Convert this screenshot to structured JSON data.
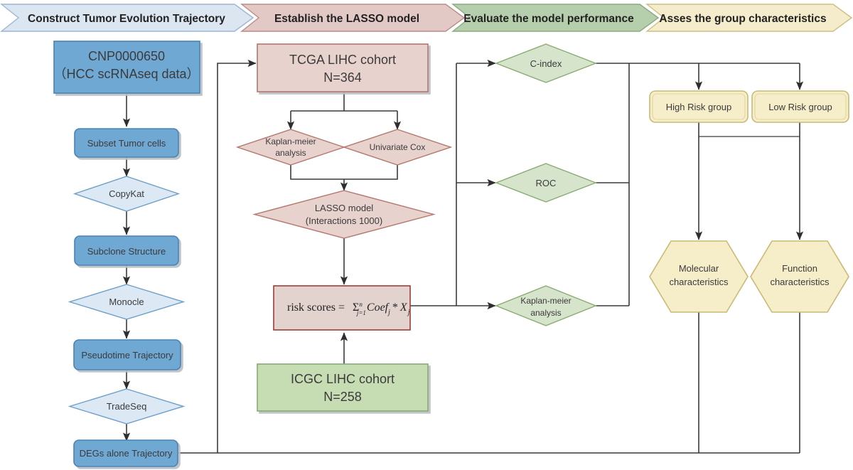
{
  "banners": [
    {
      "label": "Construct Tumor Evolution Trajectory",
      "fill": "#dce6f1",
      "stroke": "#9cb6d4"
    },
    {
      "label": "Establish the LASSO model",
      "fill": "#e3c9c5",
      "stroke": "#bb8c85"
    },
    {
      "label": "Evaluate the model performance",
      "fill": "#b5ceab",
      "stroke": "#8daa80"
    },
    {
      "label": "Asses the group characteristics",
      "fill": "#f4ecca",
      "stroke": "#ccc083"
    }
  ],
  "colors": {
    "blue_fill": "#6fa8d4",
    "blue_stroke": "#4a83b4",
    "lightblue_fill": "#dce9f5",
    "lightblue_stroke": "#6d9fc9",
    "pink_fill": "#e8d2cd",
    "pink_stroke": "#b4776e",
    "risk_fill": "#e3d3cf",
    "risk_stroke": "#a03c36",
    "green_fill": "#c6dcb2",
    "green_stroke": "#8aab70",
    "greendia_fill": "#d7e4cc",
    "greendia_stroke": "#8aab70",
    "yellow_fill": "#f6edc9",
    "yellow_stroke": "#c9bb74",
    "connector": "#3a3a3a"
  },
  "column1": {
    "title": "Construct Tumor Evolution Trajectory",
    "nodes": [
      {
        "name": "dataset-source",
        "shape": "rect-solid",
        "line1": "CNP0000650",
        "line2": "（HCC scRNAseq data）"
      },
      {
        "name": "subset-tumor-cells",
        "shape": "rounded",
        "label": "Subset Tumor cells"
      },
      {
        "name": "copykat",
        "shape": "diamond",
        "label": "CopyKat"
      },
      {
        "name": "subclone-structure",
        "shape": "rounded",
        "label": "Subclone Structure"
      },
      {
        "name": "monocle",
        "shape": "diamond",
        "label": "Monocle"
      },
      {
        "name": "pseudotime-trajectory",
        "shape": "rounded",
        "label": "Pseudotime Trajectory"
      },
      {
        "name": "tradeseq",
        "shape": "diamond",
        "label": "TradeSeq"
      },
      {
        "name": "degs-alone-trajectory",
        "shape": "rounded",
        "label": "DEGs alone Trajectory"
      }
    ]
  },
  "column2": {
    "title": "Establish the LASSO model",
    "tcga": {
      "line1": "TCGA LIHC cohort",
      "line2": "N=364"
    },
    "kaplan_meier": {
      "line1": "Kaplan-meier",
      "line2": "analysis"
    },
    "univariate_cox": {
      "label": "Univariate Cox"
    },
    "lasso": {
      "line1": "LASSO model",
      "line2": "(Interactions 1000)"
    },
    "risk_scores": {
      "label": "risk scores =",
      "sigma": "Σ",
      "sigma_sup": "n",
      "sigma_sub": "j=1",
      "coef": "Coef",
      "coef_sub": "j",
      "times": "*",
      "x": "X",
      "x_sub": "j",
      "plain": "risk scores = Σⁿ(j=1) Coef_j * X_j"
    },
    "icgc": {
      "line1": "ICGC LIHC cohort",
      "line2": "N=258"
    }
  },
  "column3": {
    "title": "Evaluate the model performance",
    "nodes": [
      {
        "name": "c-index",
        "label": "C-index"
      },
      {
        "name": "roc",
        "label": "ROC"
      },
      {
        "name": "kaplan-meier-analysis",
        "line1": "Kaplan-meier",
        "line2": "analysis"
      }
    ]
  },
  "column4": {
    "title": "Asses the group characteristics",
    "high_risk": {
      "label": "High Risk group"
    },
    "low_risk": {
      "label": "Low Risk group"
    },
    "molecular": {
      "line1": "Molecular",
      "line2": "characteristics"
    },
    "function": {
      "line1": "Function",
      "line2": "characteristics"
    }
  }
}
